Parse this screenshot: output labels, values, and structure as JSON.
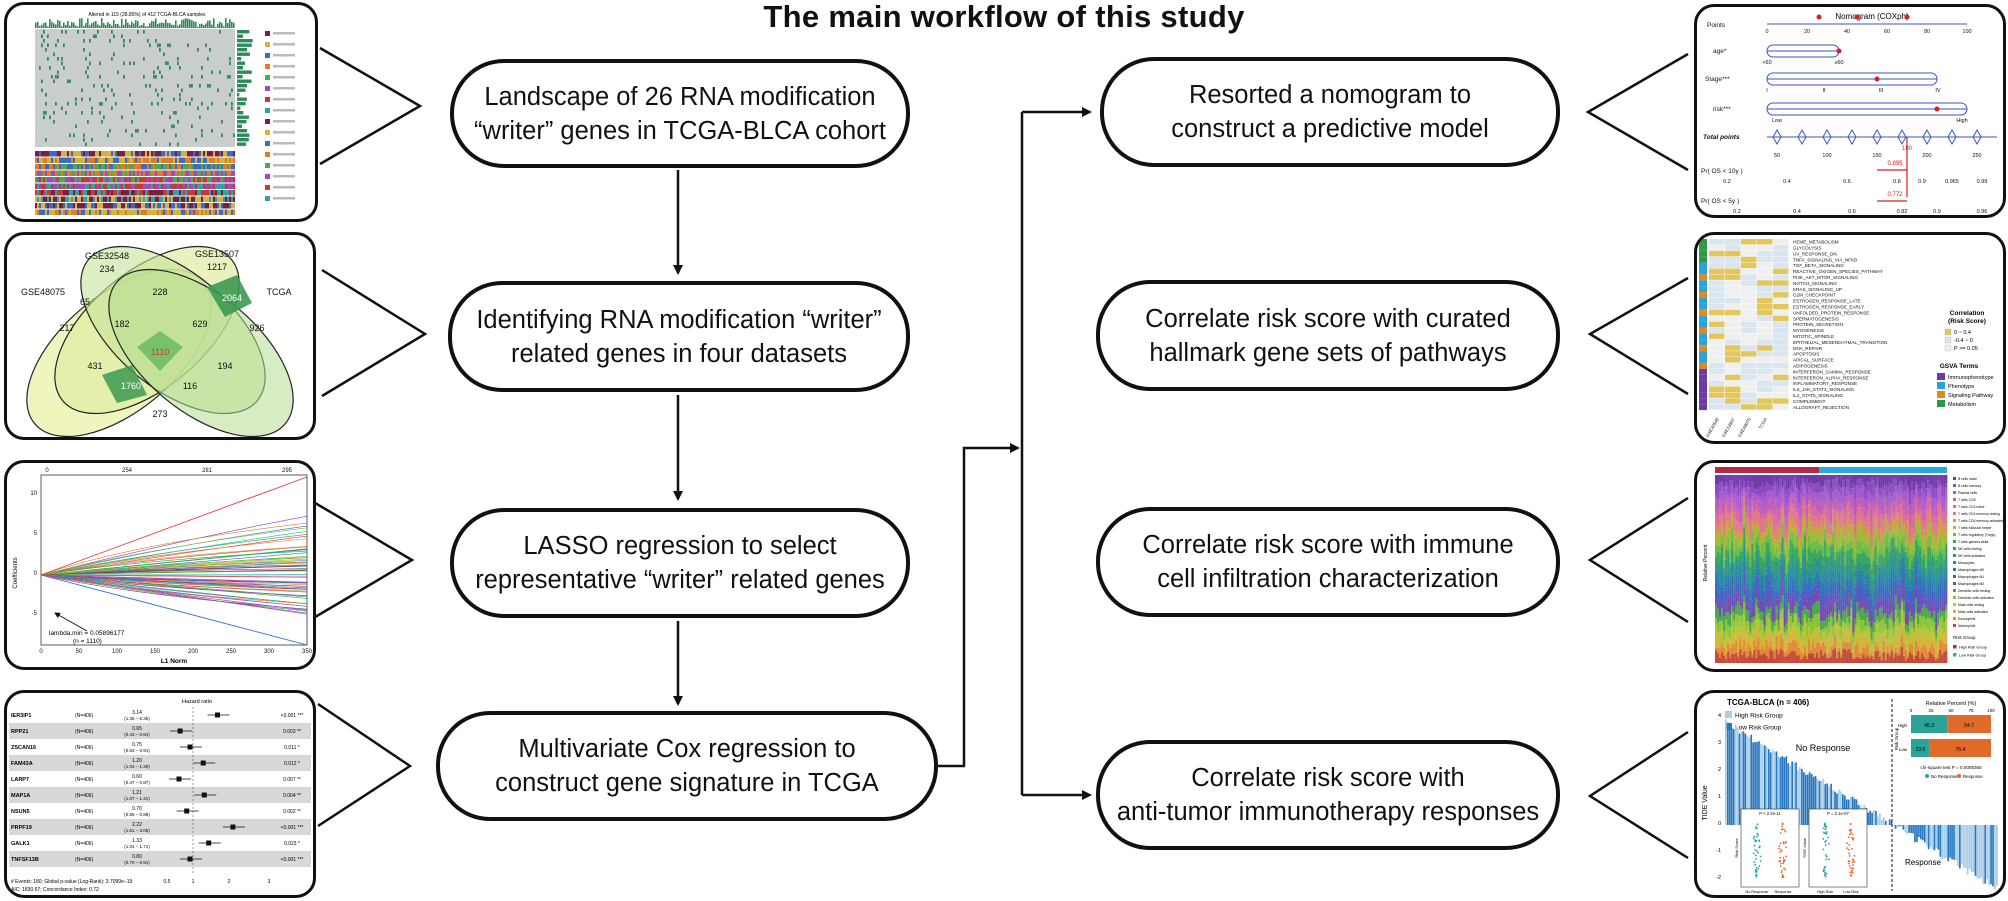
{
  "title": "The main workflow of this study",
  "steps": {
    "landscape": [
      "Landscape of 26 RNA modification",
      "“writer” genes in TCGA-BLCA cohort"
    ],
    "identify": [
      "Identifying RNA modification “writer”",
      "related genes in four datasets"
    ],
    "lasso": [
      "LASSO regression to select",
      "representative “writer” related genes"
    ],
    "cox": [
      "Multivariate Cox regression to",
      "construct gene signature in TCGA"
    ],
    "nomogram": [
      "Resorted a nomogram to",
      "construct a predictive model"
    ],
    "hallmark": [
      "Correlate risk score with curated",
      "hallmark gene sets of pathways"
    ],
    "immune": [
      "Correlate risk score with immune",
      "cell infiltration characterization"
    ],
    "immunotherapy": [
      "Correlate risk score with",
      "anti-tumor immunotherapy responses"
    ]
  },
  "thumbnails": {
    "oncoprint": {
      "header": "Altered in 115 (28.85%) of 412 TCGA-BLCA samples"
    },
    "venn": {
      "sets": [
        "GSE32548",
        "GSE13507",
        "GSE48075",
        "TCGA"
      ],
      "counts": [
        "234",
        "1217",
        "217",
        "926",
        "65",
        "228",
        "2064",
        "182",
        "629",
        "1110",
        "431",
        "194",
        "1760",
        "116",
        "273"
      ],
      "colors": {
        "light": "#eef3b7",
        "mid": "#a9d58c",
        "dark": "#3c9a52",
        "highlight": "#d63a2f"
      }
    },
    "lasso": {
      "top_ticks": [
        "0",
        "254",
        "281",
        "295"
      ],
      "bottom_ticks": [
        "0",
        "50",
        "100",
        "150",
        "200",
        "250",
        "300",
        "350"
      ],
      "y_ticks": [
        "10",
        "5",
        "0",
        "-5"
      ],
      "ylabel": "Coefficients",
      "xlabel": "L1 Norm",
      "annotation": [
        "lambda.min = 0.05896177",
        "(n = 1110)"
      ]
    },
    "forest": {
      "header": "Hazard ratio",
      "genes": [
        "IER3IP1",
        "RPP21",
        "ZSCAN16",
        "FAM43A",
        "LARP7",
        "MAP1A",
        "NSUN5",
        "PRPF19",
        "GALK1",
        "TNFSF13B"
      ],
      "n_label": "(N=406)",
      "hr": [
        "3.14",
        "0.65",
        "0.75",
        "1.20",
        "0.60",
        "1.21",
        "0.70",
        "2.22",
        "1.33",
        "0.80"
      ],
      "ci": [
        "(1.36 – 6.36)",
        "(0.43 – 0.84)",
        "(0.63 – 0.91)",
        "(1.04 – 1.39)",
        "(0.47 – 0.87)",
        "(1.07 – 1.41)",
        "(0.55 – 0.88)",
        "(1.61 – 3.08)",
        "(1.04 – 1.71)",
        "(0.70 – 0.91)"
      ],
      "p": [
        "<0.001 ***",
        "0.003 **",
        "0.011 *",
        "0.012 *",
        "0.007 **",
        "0.004 **",
        "0.002 **",
        "<0.001 ***",
        "0.023 *",
        "<0.001 ***"
      ],
      "footer": [
        "# Events: 180; Global p-value (Log-Rank): 3.7099e−19",
        "AIC: 1830.67; Concordance Index: 0.72"
      ],
      "x_ticks": [
        "0.5",
        "1",
        "2",
        "3"
      ]
    },
    "nomogram": {
      "title": "Nomogram (COXph)",
      "rows": [
        "Points",
        "age*",
        "Stage***",
        "risk***",
        "Total points",
        "Pr( OS < 10y )",
        "Pr( OS < 5y )"
      ],
      "points_ticks": [
        "0",
        "20",
        "40",
        "60",
        "80",
        "100"
      ],
      "age_ticks": [
        "<60",
        "≥60"
      ],
      "stage_ticks": [
        "I",
        "II",
        "III",
        "IV"
      ],
      "risk_ticks": [
        "Low",
        "High"
      ],
      "total_ticks": [
        "50",
        "100",
        "150",
        "200",
        "250"
      ],
      "total_value": "180",
      "p10_value": "0.895",
      "p5_value": "0.772",
      "p10_ticks": [
        "0.2",
        "0.4",
        "0.6",
        "0.8",
        "0.9",
        "0.965",
        "0.99"
      ],
      "p5_ticks": [
        "0.2",
        "0.4",
        "0.6",
        "0.82",
        "0.9",
        "0.96"
      ]
    },
    "gsva": {
      "pathways": [
        "HEME_METABOLISM",
        "GLYCOLYSIS",
        "UV_RESPONSE_DN",
        "TNFA_SIGNALING_VIA_NFKB",
        "TGF_BETA_SIGNALING",
        "REACTIVE_OXIGEN_SPECIES_PATHWAY",
        "PI3K_AKT_MTOR_SIGNALING",
        "NOTCH_SIGNALING",
        "KRAS_SIGNALING_UP",
        "G2M_CHECKPOINT",
        "ESTROGEN_RESPONSE_LATE",
        "ESTROGEN_RESPONSE_EARLY",
        "UNFOLDED_PROTEIN_RESPONSE",
        "SPERMATOGENESIS",
        "PROTEIN_SECRETION",
        "MYOGENESIS",
        "MITOTIC_SPINDLE",
        "EPITHELIAL_MESENCHYMAL_TRANSITION",
        "DNA_REPAIR",
        "APOPTOSIS",
        "APICAL_SURFACE",
        "ADIPOGENESIS",
        "INTERFERON_GAMMA_RESPONSE",
        "INTERFERON_ALPHA_RESPONSE",
        "INFLAMMATORY_RESPONSE",
        "IL6_JAK_STAT3_SIGNALING",
        "IL2_STAT5_SIGNALING",
        "COMPLEMENT",
        "ALLOGRAFT_REJECTION"
      ],
      "correlation_title": [
        "Correlation",
        "(Risk Score)"
      ],
      "correlation_legend": [
        "0 ~ 0.4",
        "-0.4 ~ 0",
        "P >= 0.05"
      ],
      "terms_title": "GSVA Terms",
      "terms": [
        "Immunophenotype",
        "Phenotype",
        "Signaling Pathway",
        "Metabolism"
      ],
      "term_colors": [
        "#6f3aa6",
        "#2aa3d8",
        "#e08a1e",
        "#2f9a46"
      ],
      "columns": [
        "GSE32548",
        "GSE13507",
        "GSE48075",
        "TCGA"
      ]
    },
    "immune": {
      "ylabel": "Relative Percent",
      "cells": [
        "B cells naive",
        "B cells memory",
        "Plasma cells",
        "T cells CD8",
        "T cells CD4 naive",
        "T cells CD4 memory resting",
        "T cells CD4 memory activated",
        "T cells follicular helper",
        "T cells regulatory (Tregs)",
        "T cells gamma delta",
        "NK cells resting",
        "NK cells activated",
        "Monocytes",
        "Macrophages M0",
        "Macrophages M1",
        "Macrophages M2",
        "Dendritic cells resting",
        "Dendritic cells activated",
        "Mast cells resting",
        "Mast cells activated",
        "Eosinophils",
        "Neutrophils"
      ],
      "group_title": "Risk Group",
      "groups": [
        "High Risk Group",
        "Low Risk Group"
      ]
    },
    "tide": {
      "title": "TCGA-BLCA (n = 406)",
      "legend": [
        "High Risk Group",
        "Low Risk Group"
      ],
      "ylabel": "TIDE Value",
      "no_response": "No Response",
      "response": "Response",
      "y_ticks": [
        "4",
        "3",
        "2",
        "1",
        "0",
        "-1",
        "-2"
      ],
      "bar_panel": {
        "title": "Relative Percent (%)",
        "axis_label": "Risk Group",
        "ticks": [
          "0",
          "25",
          "50",
          "75",
          "100"
        ],
        "rows": [
          {
            "group": "High",
            "no_response": 45.3,
            "response": 54.7
          },
          {
            "group": "Low",
            "no_response": 23.6,
            "response": 76.4
          }
        ],
        "chisq": "chi-square test P = 0.0005365",
        "legend": [
          "No Response",
          "Response"
        ]
      },
      "violin1": {
        "p": "P < 2.2e-11",
        "ylabel": "Risk Score",
        "groups": [
          "No Response",
          "Response"
        ]
      },
      "violin2": {
        "p": "P = 2.1e-07",
        "ylabel": "TIDE Value",
        "groups": [
          "High Risk",
          "Low Risk"
        ]
      }
    }
  }
}
